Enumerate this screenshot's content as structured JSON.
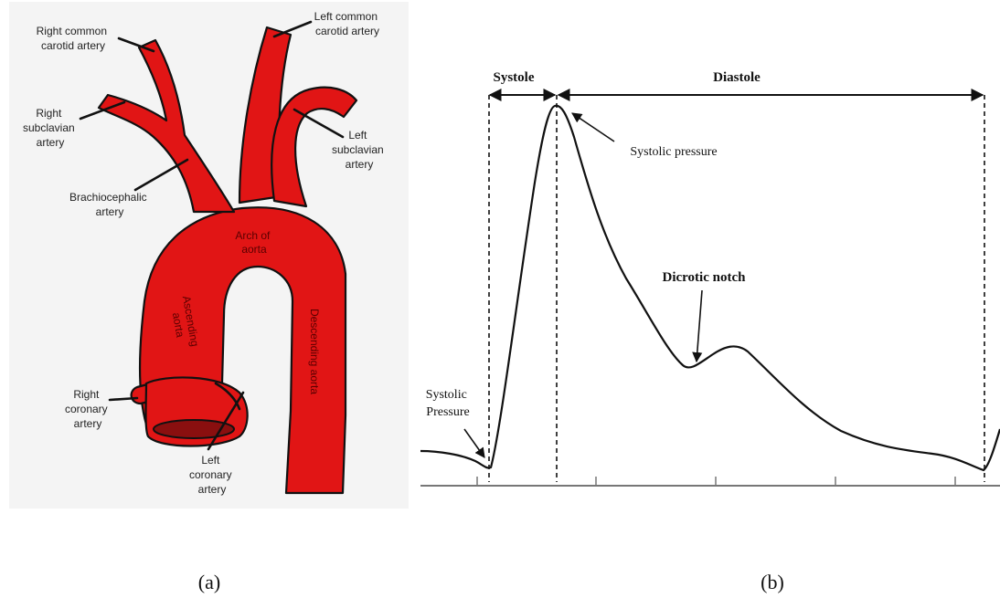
{
  "panel_a": {
    "labels": {
      "right_common_carotid": [
        "Right common",
        "carotid artery"
      ],
      "left_common_carotid": [
        "Left common",
        "carotid artery"
      ],
      "right_subclavian": [
        "Right",
        "subclavian",
        "artery"
      ],
      "left_subclavian": [
        "Left",
        "subclavian",
        "artery"
      ],
      "brachiocephalic": [
        "Brachiocephalic",
        "artery"
      ],
      "arch": [
        "Arch of",
        "aorta"
      ],
      "ascending": [
        "Ascending",
        "aorta"
      ],
      "descending": "Descending aorta",
      "right_coronary": [
        "Right",
        "coronary",
        "artery"
      ],
      "left_coronary": [
        "Left",
        "coronary",
        "artery"
      ]
    },
    "colors": {
      "artery": "#e11515",
      "background": "#f4f4f4"
    },
    "caption": "(a)"
  },
  "panel_b": {
    "labels": {
      "systole": "Systole",
      "diastole": "Diastole",
      "systolic_pressure_peak": "Systolic pressure",
      "dicrotic_notch": "Dicrotic notch",
      "systolic_pressure_start": [
        "Systolic",
        "Pressure"
      ]
    },
    "caption": "(b)"
  }
}
